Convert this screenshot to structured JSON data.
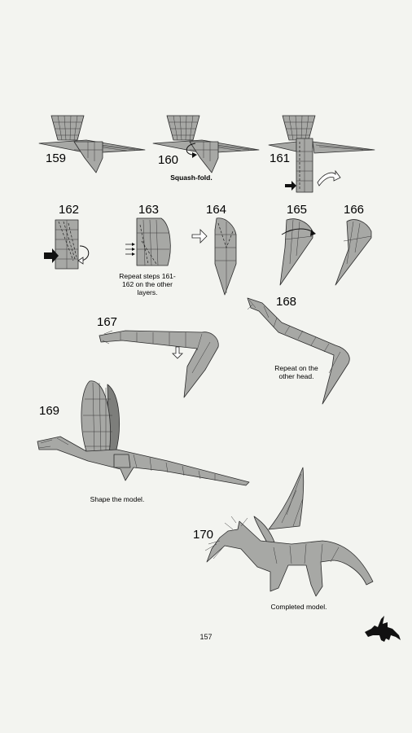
{
  "steps": {
    "s159": "159",
    "s160": "160",
    "s161": "161",
    "s162": "162",
    "s163": "163",
    "s164": "164",
    "s165": "165",
    "s166": "166",
    "s167": "167",
    "s168": "168",
    "s169": "169",
    "s170": "170"
  },
  "captions": {
    "c160": "Squash-fold.",
    "c163_line1": "Repeat steps 161-",
    "c163_line2": "162 on the other",
    "c163_line3": "layers.",
    "c168_line1": "Repeat on the",
    "c168_line2": "other head.",
    "c169": "Shape the model.",
    "c170": "Completed model."
  },
  "page_number": "157",
  "colors": {
    "paper": "#a7a8a5",
    "paper_dark": "#7d7e7b",
    "background": "#f3f4f0"
  }
}
